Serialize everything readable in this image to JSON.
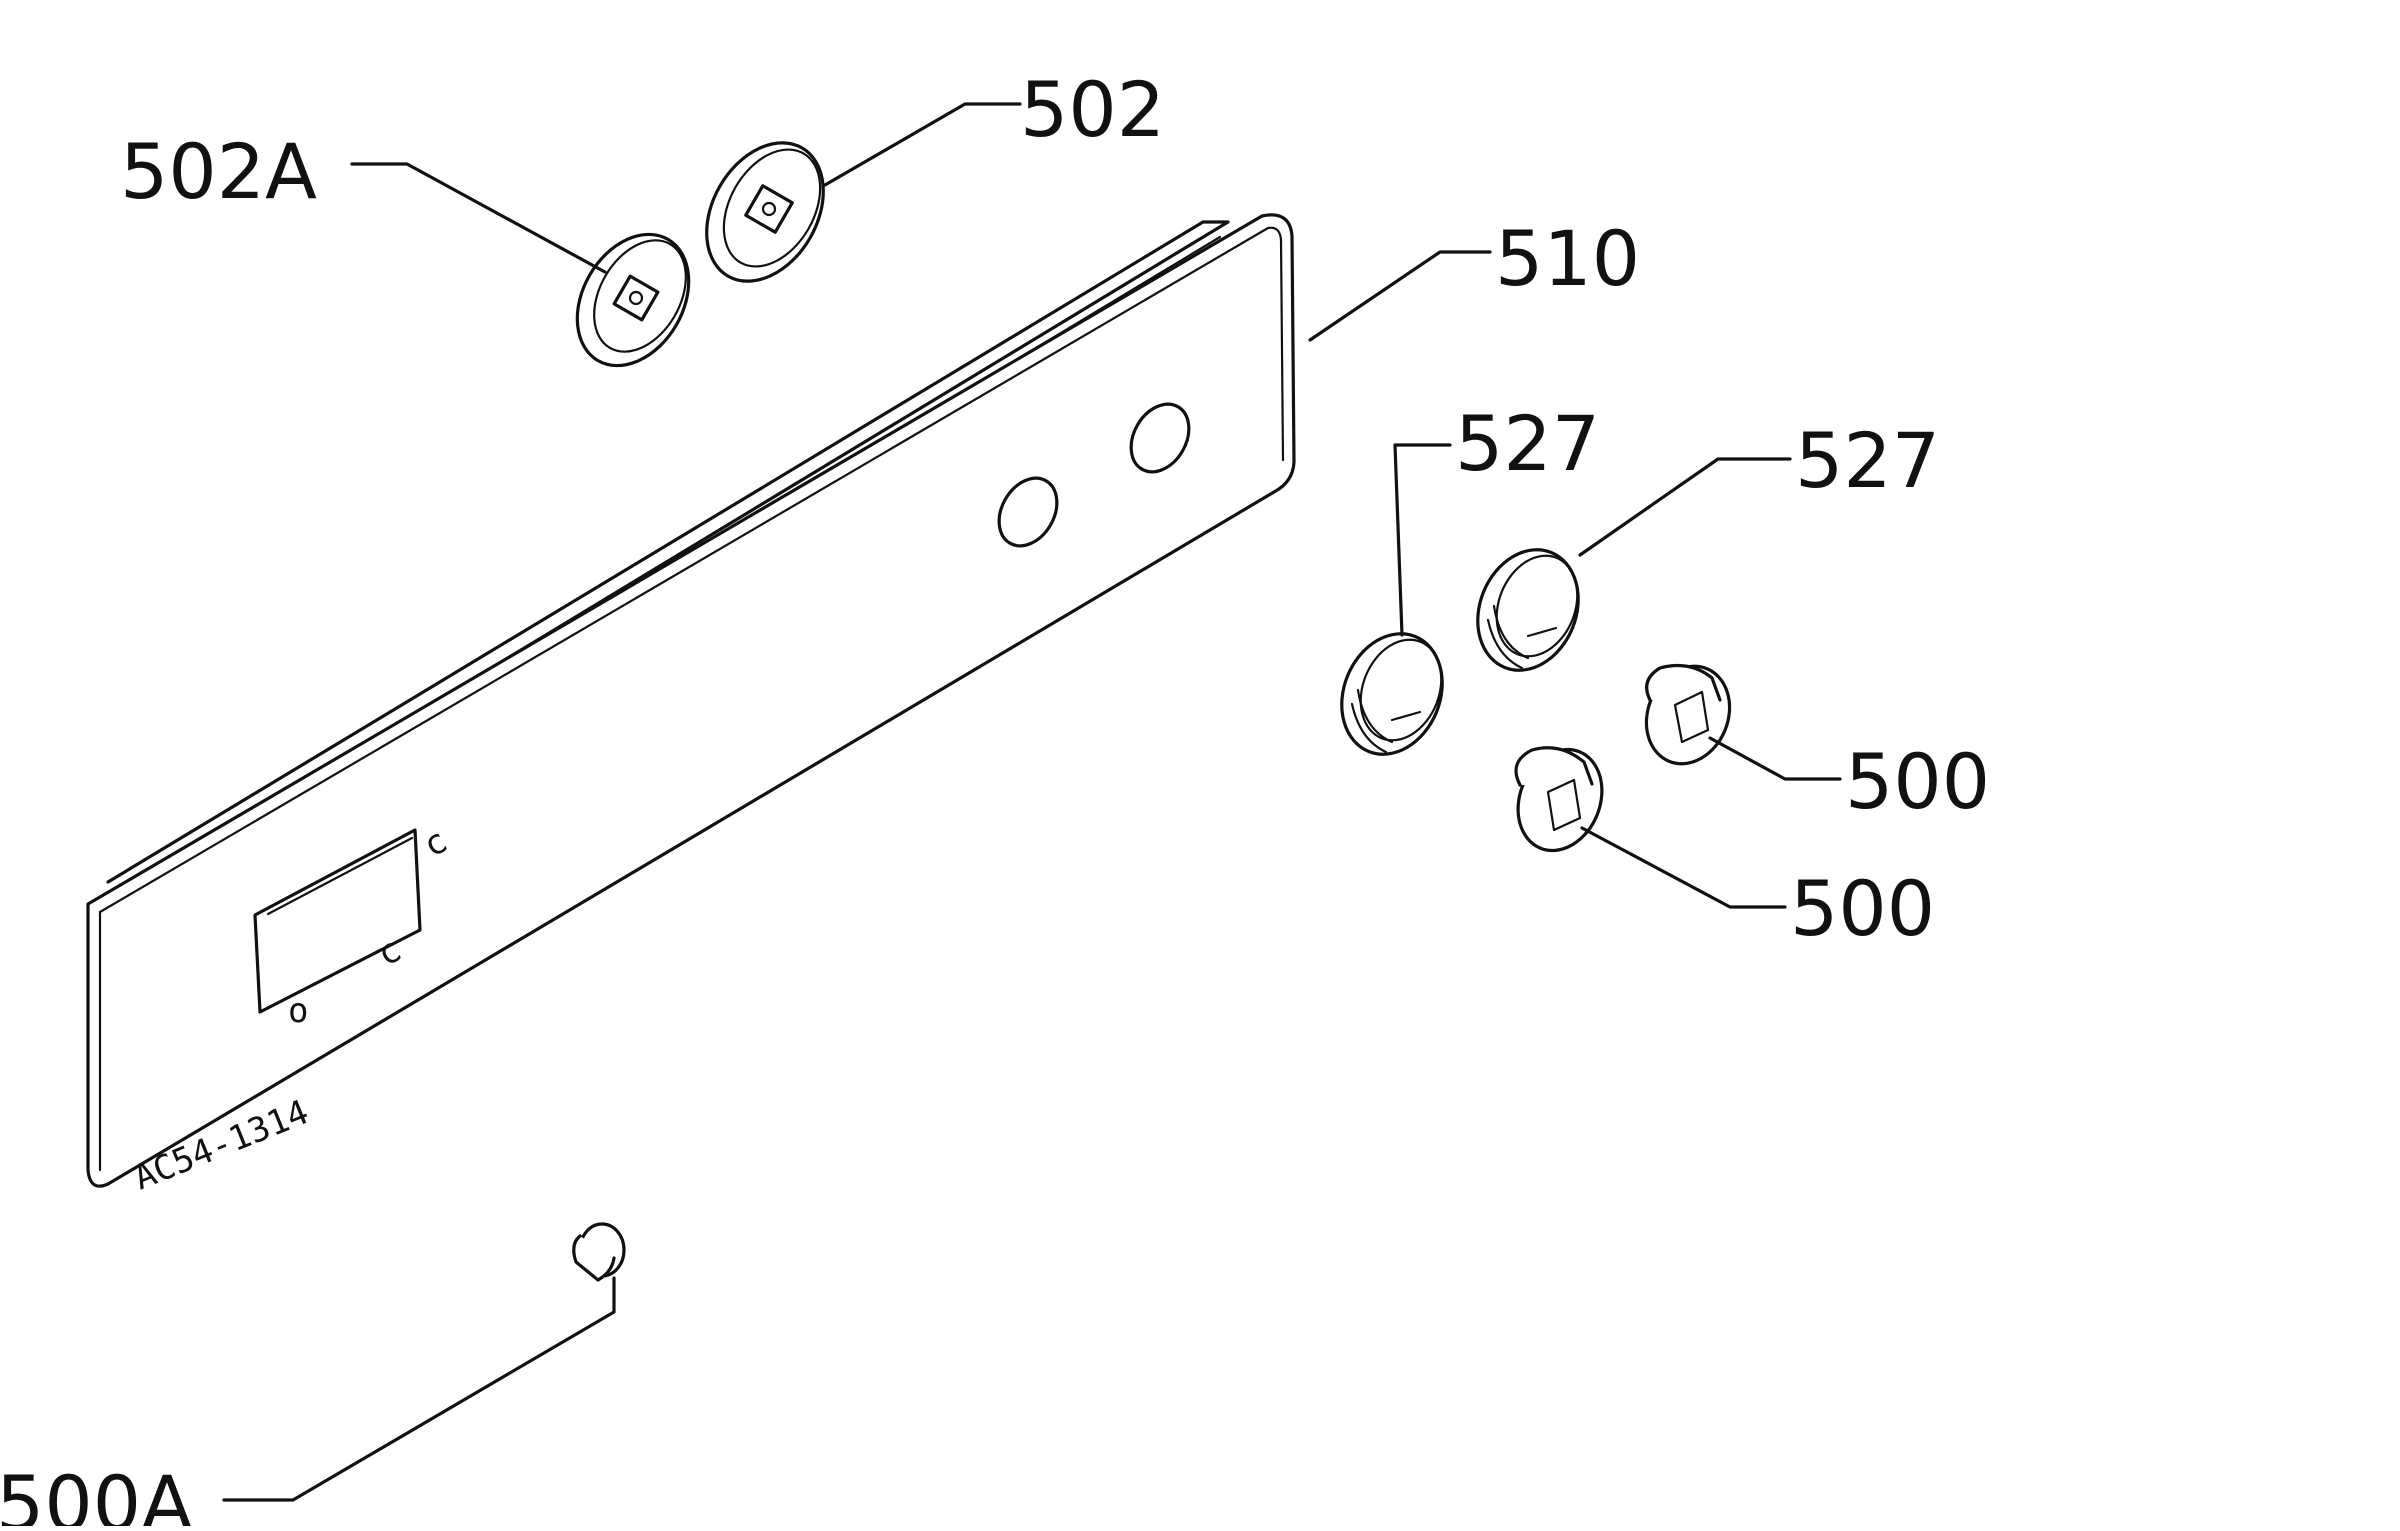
{
  "diagram": {
    "callouts": {
      "c502a": "502A",
      "c502": "502",
      "c510": "510",
      "c527a": "527",
      "c527b": "527",
      "c500a": "500",
      "c500b": "500",
      "c500A": "500A"
    },
    "panel_code": "AC54-1314",
    "panel_marks": {
      "mark1": "c",
      "mark2": "c",
      "mark3": "o"
    }
  }
}
